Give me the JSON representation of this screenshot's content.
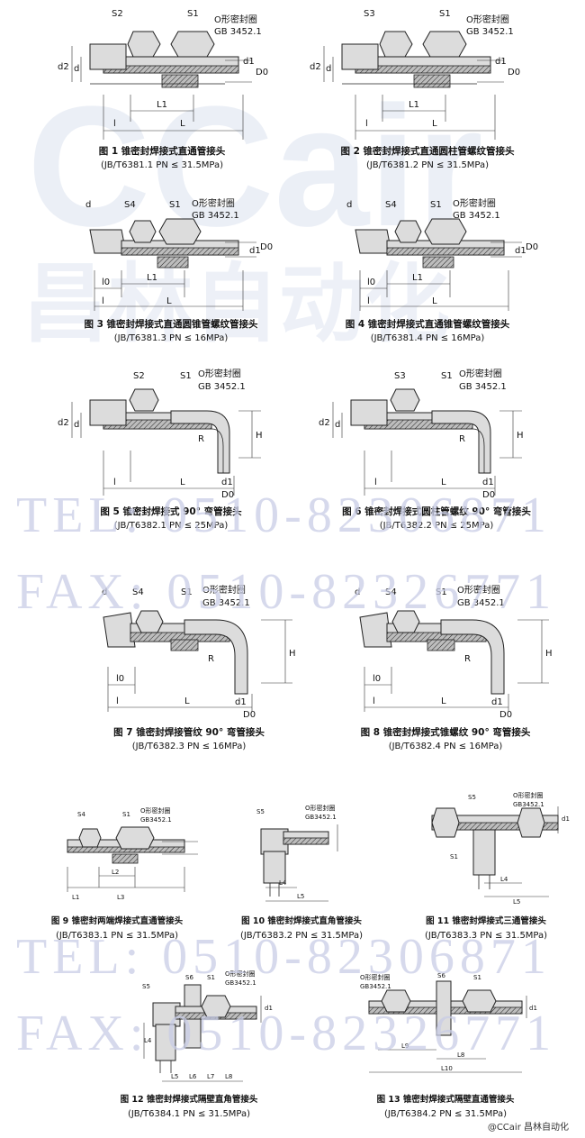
{
  "watermarks": {
    "tel1": "TEL: 0510-82306871",
    "fax1": "FAX: 0510-82326771",
    "tel2": "TEL: 0510-82306871",
    "fax2": "FAX: 0510-82326771"
  },
  "brand": "@CCair 昌林自动化",
  "figures": [
    {
      "caption": "图 1  锥密封焊接式直通管接头",
      "std": "(JB/T6381.1  PN ≤ 31.5MPa)",
      "labels": [
        "S2",
        "S1",
        "O形密封圈",
        "GB 3452.1",
        "d2",
        "d",
        "d1",
        "D0",
        "l",
        "L1",
        "L"
      ]
    },
    {
      "caption": "图 2  锥密封焊接式直通圆柱管螺纹管接头",
      "std": "(JB/T6381.2  PN ≤ 31.5MPa)",
      "labels": [
        "S3",
        "S1",
        "O形密封圈",
        "GB 3452.1",
        "d2",
        "d",
        "d1",
        "D0",
        "l",
        "L1",
        "L"
      ]
    },
    {
      "caption": "图 3  锥密封焊接式直通圆锥管螺纹管接头",
      "std": "(JB/T6381.3  PN ≤ 16MPa)",
      "labels": [
        "d",
        "S4",
        "S1",
        "O形密封圈",
        "GB 3452.1",
        "d1",
        "D0",
        "l0",
        "L1",
        "l",
        "L"
      ]
    },
    {
      "caption": "图 4  锥密封焊接式直通锥管螺纹管接头",
      "std": "(JB/T6381.4  PN ≤ 16MPa)",
      "labels": [
        "d",
        "S4",
        "S1",
        "O形密封圈",
        "GB 3452.1",
        "d1",
        "D0",
        "l0",
        "L1",
        "l",
        "L"
      ]
    },
    {
      "caption": "图 5  锥密封焊接式 90° 弯管接头",
      "std": "(JB/T6382.1  PN ≤ 25MPa)",
      "labels": [
        "S2",
        "S1",
        "O形密封圈",
        "GB 3452.1",
        "d2",
        "d",
        "R",
        "H",
        "d1",
        "D0",
        "l",
        "L"
      ]
    },
    {
      "caption": "图 6  锥密封焊接式圆柱管螺纹 90° 弯管接头",
      "std": "(JB/T6382.2  PN ≤ 25MPa)",
      "labels": [
        "S3",
        "S1",
        "O形密封圈",
        "GB 3452.1",
        "d2",
        "d",
        "R",
        "H",
        "d1",
        "D0",
        "l",
        "L"
      ]
    },
    {
      "caption": "图 7  锥密封焊接管纹 90° 弯管接头",
      "std": "(JB/T6382.3  PN ≤ 16MPa)",
      "labels": [
        "d",
        "S4",
        "S1",
        "O形密封圈",
        "GB 3452.1",
        "R",
        "H",
        "d1",
        "D0",
        "l0",
        "l",
        "L"
      ]
    },
    {
      "caption": "图 8  锥密封焊接式锥螺纹 90° 弯管接头",
      "std": "(JB/T6382.4  PN ≤ 16MPa)",
      "labels": [
        "d",
        "S4",
        "S1",
        "O形密封圈",
        "GB 3452.1",
        "R",
        "H",
        "d1",
        "D0",
        "l0",
        "l",
        "L"
      ]
    },
    {
      "caption": "图 9  锥密封两端焊接式直通管接头",
      "std": "(JB/T6383.1  PN ≤ 31.5MPa)",
      "labels": [
        "S4",
        "S1",
        "O形密封圈",
        "GB3452.1",
        "L2",
        "L3",
        "L1"
      ]
    },
    {
      "caption": "图 10  锥密封焊接式直角管接头",
      "std": "(JB/T6383.2  PN ≤ 31.5MPa)",
      "labels": [
        "S5",
        "O形密封圈",
        "GB3452.1",
        "L4",
        "L5"
      ]
    },
    {
      "caption": "图 11  锥密封焊接式三通管接头",
      "std": "(JB/T6383.3  PN ≤ 31.5MPa)",
      "labels": [
        "S5",
        "O形密封圈",
        "GB3452.1",
        "d1",
        "S1",
        "L4",
        "L5"
      ]
    },
    {
      "caption": "图 12  锥密封焊接式隔壁直角管接头",
      "std": "(JB/T6384.1  PN ≤ 31.5MPa)",
      "labels": [
        "S5",
        "S6",
        "S1",
        "O形密封圈",
        "GB3452.1",
        "d1",
        "L4",
        "L5",
        "L6",
        "L7",
        "L8"
      ]
    },
    {
      "caption": "图 13  锥密封焊接式隔壁直通管接头",
      "std": "(JB/T6384.2  PN ≤ 31.5MPa)",
      "labels": [
        "O形密封圈",
        "GB3452.1",
        "S6",
        "S1",
        "d1",
        "L9",
        "L8",
        "L10"
      ]
    }
  ]
}
